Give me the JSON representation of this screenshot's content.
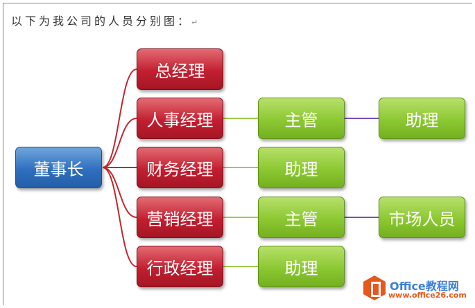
{
  "heading": "以下为我公司的人员分别图：",
  "heading_mark": "↵",
  "chairman": "董事长",
  "managers": [
    "总经理",
    "人事经理",
    "财务经理",
    "营销经理",
    "行政经理"
  ],
  "level3": {
    "hr": "主管",
    "finance": "助理",
    "marketing": "主管",
    "admin": "助理"
  },
  "level4": {
    "hr": "助理",
    "marketing": "市场人员"
  },
  "watermark": {
    "name": "Office教程网",
    "url": "www.office26.com"
  }
}
